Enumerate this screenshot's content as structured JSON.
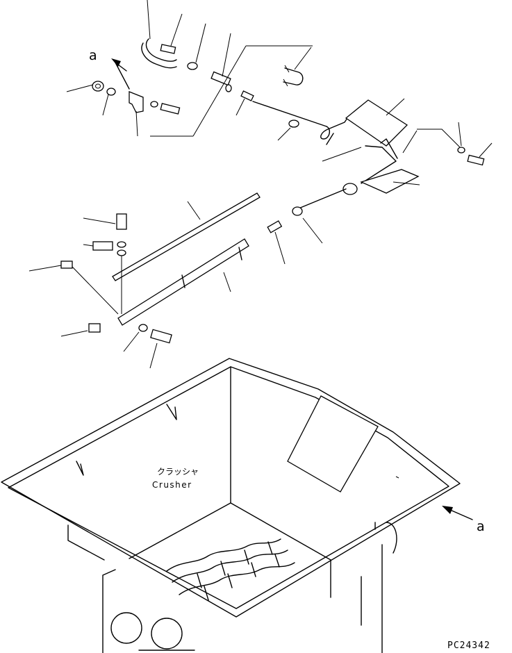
{
  "labels": {
    "arrow_top": "a",
    "arrow_right": "a",
    "crusher_jp": "クラッシャ",
    "crusher_en": "Crusher",
    "drawing_no": "PC24342"
  }
}
